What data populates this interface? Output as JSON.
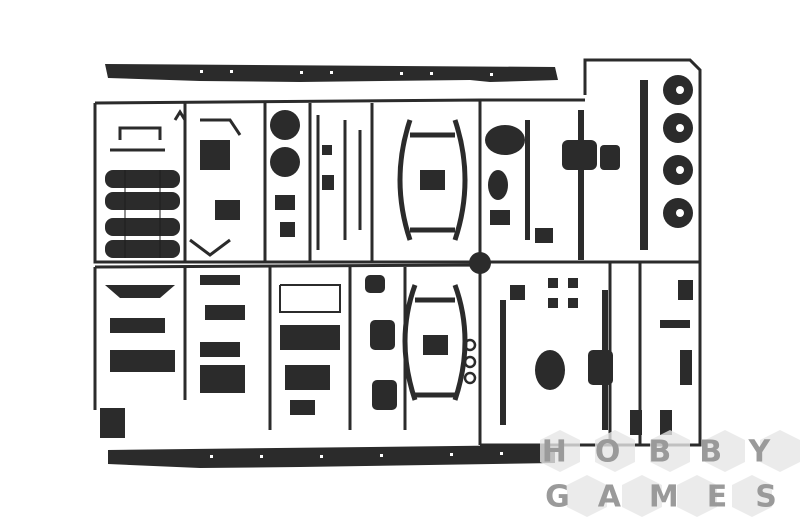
{
  "image": {
    "subject": "kit",
    "background_color": "#ffffff",
    "part_color": "#2b2b2b",
    "part_shade_color": "#1e1e1e"
  },
  "watermark": {
    "line1": "HOBBY",
    "line2": "GAMES",
    "color": "#9a9a9a",
    "tile_color": "#e6e6e6"
  }
}
